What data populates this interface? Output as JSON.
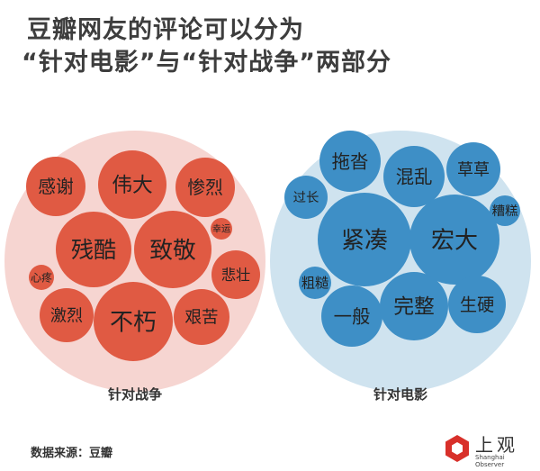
{
  "title": {
    "line1": "豆瓣网友的评论可以分为",
    "line2": "“针对电影”与“针对战争”两部分"
  },
  "chart_data": {
    "type": "packed-bubble",
    "title": "豆瓣网友的评论可以分为“针对电影”与“针对战争”两部分",
    "groups": [
      {
        "name": "针对战争",
        "color": "#e05a43",
        "bg": "#f6d5d1",
        "items": [
          {
            "label": "感谢",
            "size": 33
          },
          {
            "label": "伟大",
            "size": 38
          },
          {
            "label": "惨烈",
            "size": 33
          },
          {
            "label": "幸运",
            "size": 12
          },
          {
            "label": "残酷",
            "size": 42
          },
          {
            "label": "致敬",
            "size": 43
          },
          {
            "label": "悲壮",
            "size": 27
          },
          {
            "label": "心疼",
            "size": 14
          },
          {
            "label": "激烈",
            "size": 30
          },
          {
            "label": "不朽",
            "size": 44
          },
          {
            "label": "艰苦",
            "size": 31
          }
        ]
      },
      {
        "name": "针对电影",
        "color": "#3e8fc6",
        "bg": "#cfe3ef",
        "items": [
          {
            "label": "拖沓",
            "size": 34
          },
          {
            "label": "混乱",
            "size": 34
          },
          {
            "label": "草草",
            "size": 30
          },
          {
            "label": "过长",
            "size": 24
          },
          {
            "label": "糟糕",
            "size": 17
          },
          {
            "label": "紧凑",
            "size": 52
          },
          {
            "label": "宏大",
            "size": 50
          },
          {
            "label": "粗糙",
            "size": 18
          },
          {
            "label": "一般",
            "size": 34
          },
          {
            "label": "完整",
            "size": 38
          },
          {
            "label": "生硬",
            "size": 32
          }
        ]
      }
    ]
  },
  "footer": {
    "source": "数据来源：豆瓣",
    "logo_cn": "上观",
    "logo_en": "Shanghai Observer"
  }
}
